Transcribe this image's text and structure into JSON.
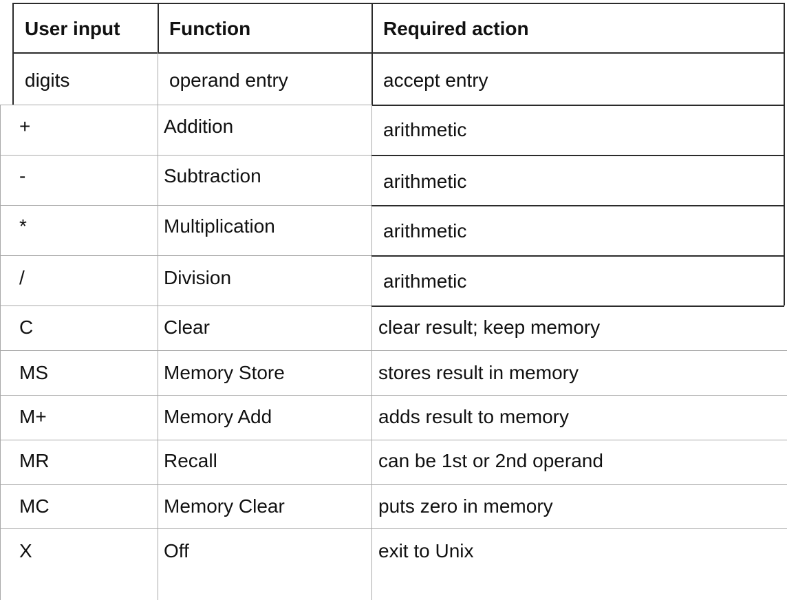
{
  "table": {
    "headers": [
      "User input",
      "Function",
      "Required action"
    ],
    "rows": [
      [
        "digits",
        "operand entry",
        "accept entry"
      ],
      [
        "+",
        "Addition",
        "arithmetic"
      ],
      [
        "-",
        "Subtraction",
        "arithmetic"
      ],
      [
        "*",
        "Multiplication",
        "arithmetic"
      ],
      [
        "/",
        "Division",
        "arithmetic"
      ],
      [
        "C",
        "Clear",
        "clear result; keep memory"
      ],
      [
        "MS",
        "Memory Store",
        "stores result in memory"
      ],
      [
        "M+",
        "Memory Add",
        "adds result to memory"
      ],
      [
        "MR",
        "Recall",
        "can be 1st or 2nd operand"
      ],
      [
        "MC",
        "Memory Clear",
        "puts zero in memory"
      ],
      [
        "X",
        "Off",
        "exit to Unix"
      ]
    ]
  }
}
